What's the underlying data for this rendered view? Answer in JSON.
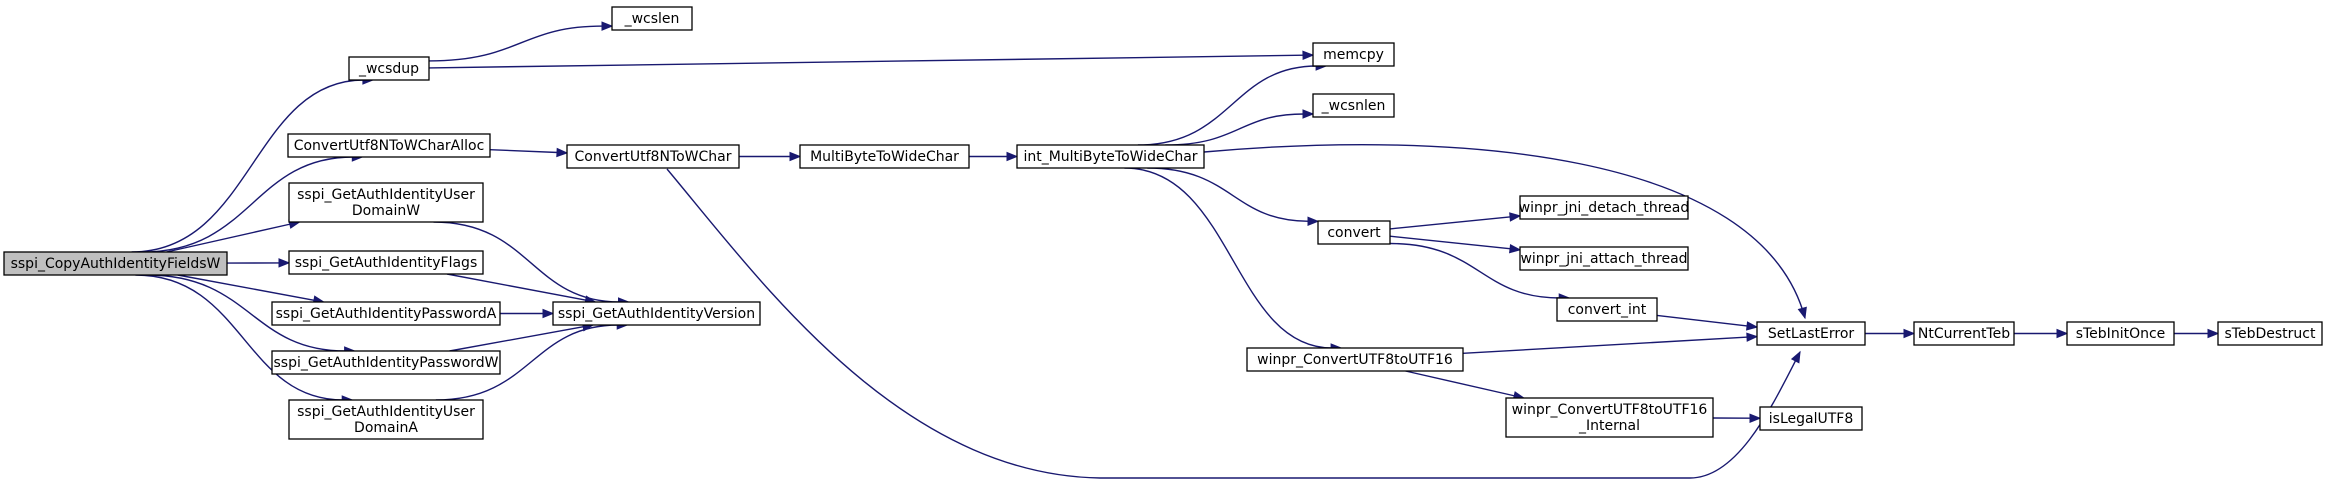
{
  "graph": {
    "nodes": [
      {
        "id": "root",
        "lines": [
          "sspi_CopyAuthIdentityFieldsW"
        ],
        "root": true
      },
      {
        "id": "wcsdup",
        "lines": [
          "_wcsdup"
        ]
      },
      {
        "id": "wcslen",
        "lines": [
          "_wcslen"
        ]
      },
      {
        "id": "memcpy",
        "lines": [
          "memcpy"
        ]
      },
      {
        "id": "wcsnlen",
        "lines": [
          "_wcsnlen"
        ]
      },
      {
        "id": "cu8alloc",
        "lines": [
          "ConvertUtf8NToWCharAlloc"
        ]
      },
      {
        "id": "cu8",
        "lines": [
          "ConvertUtf8NToWChar"
        ]
      },
      {
        "id": "mb2wc",
        "lines": [
          "MultiByteToWideChar"
        ]
      },
      {
        "id": "intmb",
        "lines": [
          "int_MultiByteToWideChar"
        ]
      },
      {
        "id": "userdomw",
        "lines": [
          "sspi_GetAuthIdentityUser",
          "DomainW"
        ]
      },
      {
        "id": "flags",
        "lines": [
          "sspi_GetAuthIdentityFlags"
        ]
      },
      {
        "id": "pwa",
        "lines": [
          "sspi_GetAuthIdentityPasswordA"
        ]
      },
      {
        "id": "pww",
        "lines": [
          "sspi_GetAuthIdentityPasswordW"
        ]
      },
      {
        "id": "userdoma",
        "lines": [
          "sspi_GetAuthIdentityUser",
          "DomainA"
        ]
      },
      {
        "id": "version",
        "lines": [
          "sspi_GetAuthIdentityVersion"
        ]
      },
      {
        "id": "convert",
        "lines": [
          "convert"
        ]
      },
      {
        "id": "detach",
        "lines": [
          "winpr_jni_detach_thread"
        ]
      },
      {
        "id": "attach",
        "lines": [
          "winpr_jni_attach_thread"
        ]
      },
      {
        "id": "convint",
        "lines": [
          "convert_int"
        ]
      },
      {
        "id": "u8to16",
        "lines": [
          "winpr_ConvertUTF8toUTF16"
        ]
      },
      {
        "id": "u8to16i",
        "lines": [
          "winpr_ConvertUTF8toUTF16",
          "_Internal"
        ]
      },
      {
        "id": "setlast",
        "lines": [
          "SetLastError"
        ]
      },
      {
        "id": "islegal",
        "lines": [
          "isLegalUTF8"
        ]
      },
      {
        "id": "ntteb",
        "lines": [
          "NtCurrentTeb"
        ]
      },
      {
        "id": "steb",
        "lines": [
          "sTebInitOnce"
        ]
      },
      {
        "id": "stebd",
        "lines": [
          "sTebDestruct"
        ]
      }
    ]
  }
}
